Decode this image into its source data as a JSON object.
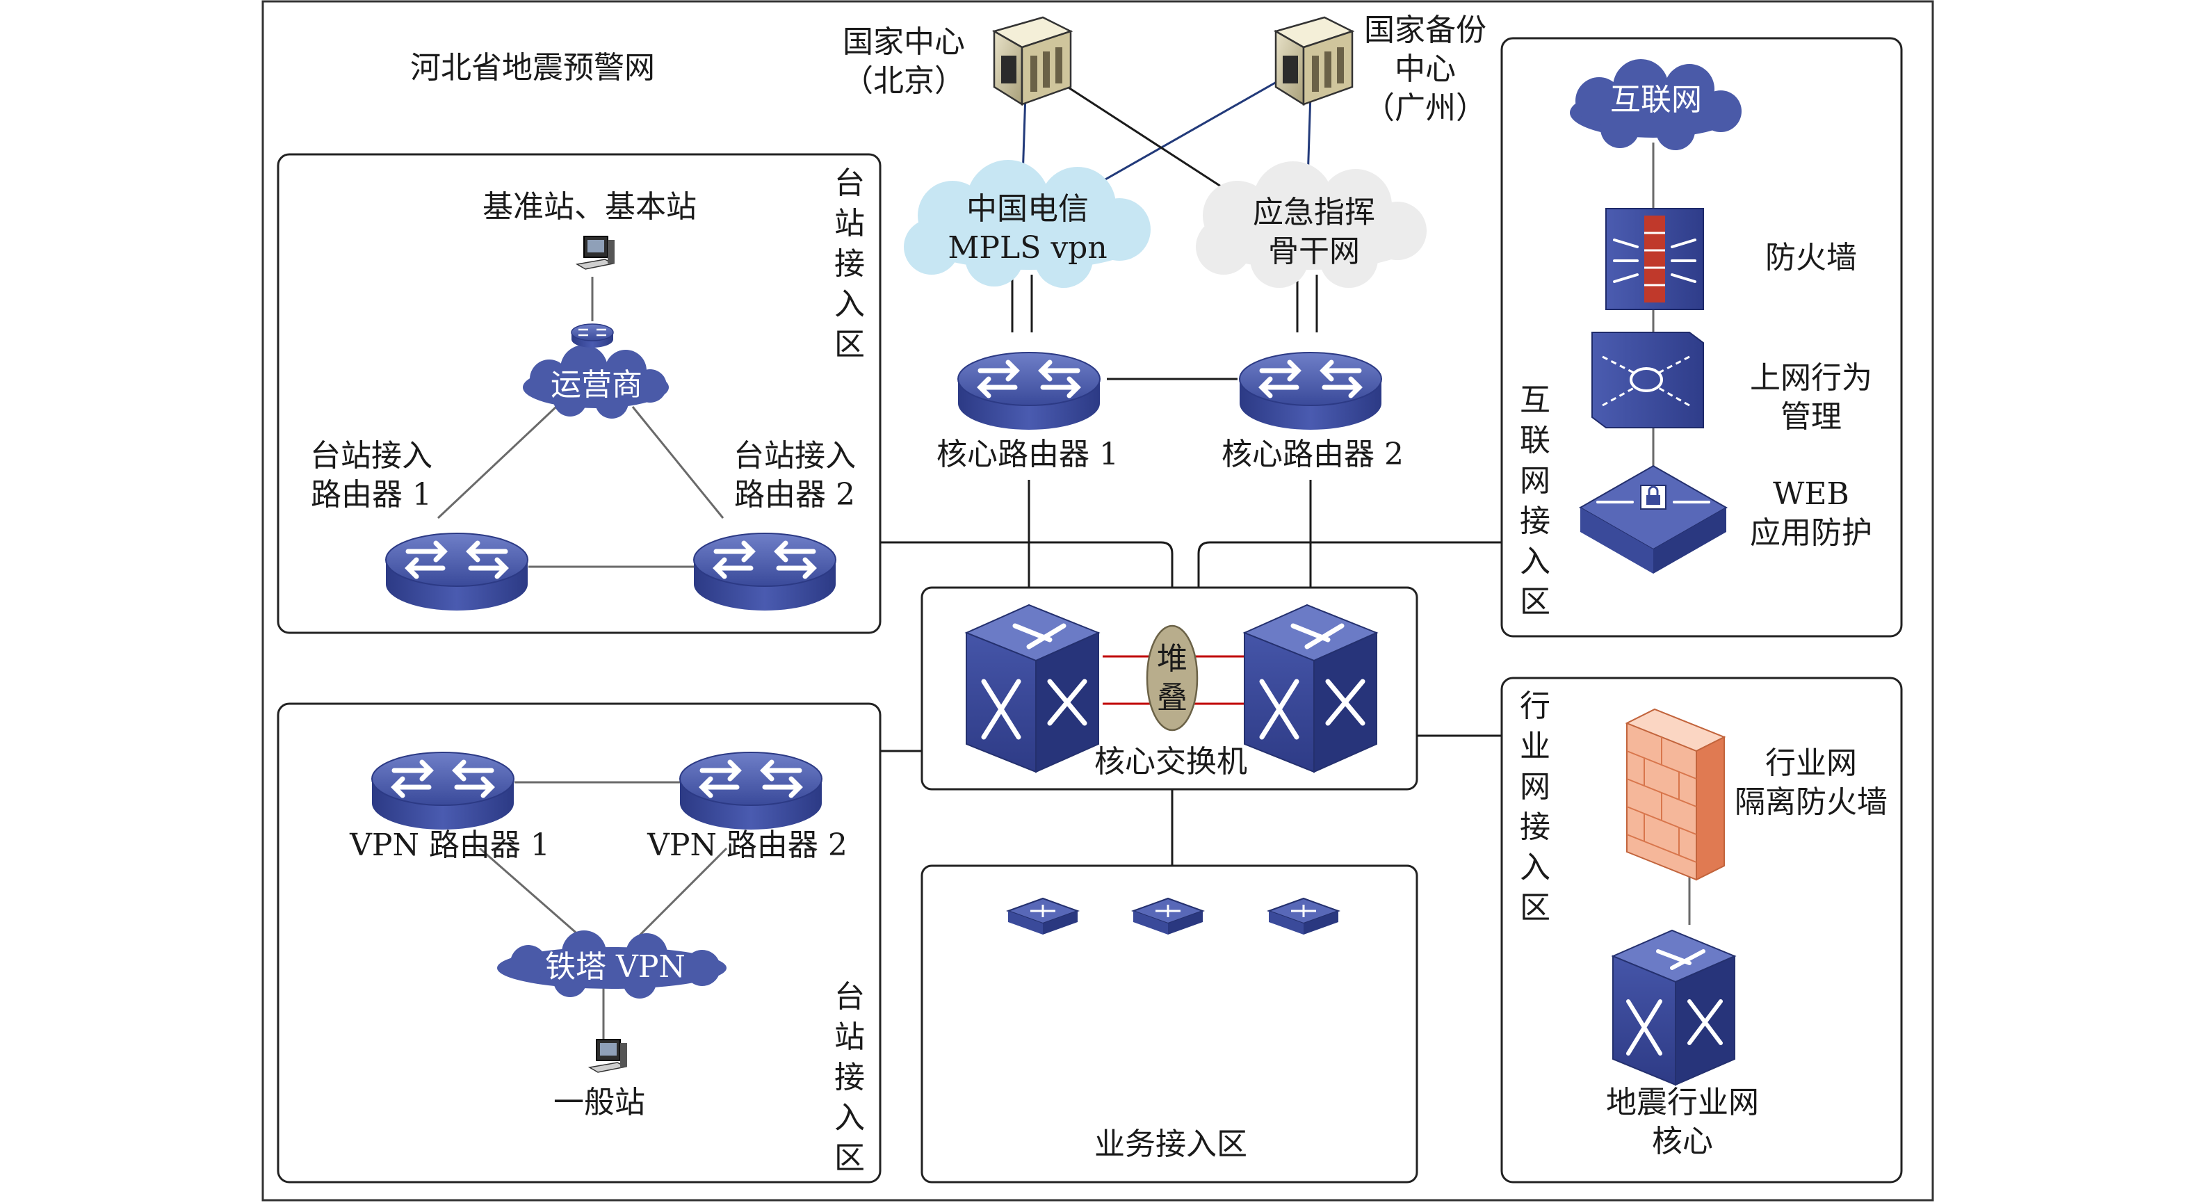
{
  "title": "河北省地震预警网",
  "zones": {
    "station_access_top": "台\n站\n接\n入\n区",
    "station_access_bottom": "台\n站\n接\n入\n区",
    "internet_access": "互\n联\n网\n接\n入\n区",
    "industry_access": "行\n业\n网\n接\n入\n区",
    "business_access": "业务接入区"
  },
  "centers": {
    "national": "国家中心\n（北京）",
    "backup": "国家备份\n中心\n（广州）"
  },
  "clouds": {
    "telecom": "中国电信\nMPLS vpn",
    "emergency": "应急指挥\n骨干网",
    "operator": "运营商",
    "tower_vpn": "铁塔 VPN",
    "internet": "互联网"
  },
  "routers": {
    "core1": "核心路由器 1",
    "core2": "核心路由器 2",
    "station1": "台站接入\n路由器 1",
    "station2": "台站接入\n路由器 2",
    "vpn1": "VPN 路由器 1",
    "vpn2": "VPN 路由器 2"
  },
  "stations": {
    "reference": "基准站、基本站",
    "general": "一般站"
  },
  "core_switch": {
    "label": "核心交换机",
    "stack": "堆\n叠"
  },
  "security": {
    "firewall": "防火墙",
    "behavior_mgmt": "上网行为\n管理",
    "waf": "WEB\n应用防护",
    "isolation_fw": "行业网\n隔离防火墙",
    "industry_core": "地震行业网\n核心"
  },
  "colors": {
    "device_blue": "#3a4a9a",
    "cloud_blue": "#4a5aa8",
    "cloud_light": "#c7e6f3",
    "cloud_gray": "#ececec",
    "stack_red": "#c00000",
    "firewall_orange": "#f08b62"
  }
}
